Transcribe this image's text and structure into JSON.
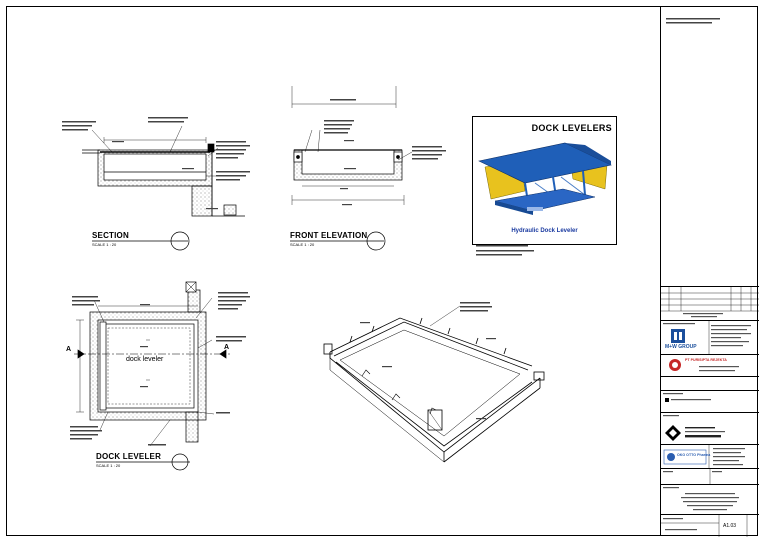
{
  "drawing": {
    "photo": {
      "title": "DOCK LEVELERS",
      "caption": "Hydraulic Dock Leveler"
    },
    "views": {
      "section": {
        "title": "SECTION",
        "scale": "SCALE 1 : 20"
      },
      "front_elevation": {
        "title": "FRONT ELEVATION",
        "scale": "SCALE 1 : 20"
      },
      "dock_leveler_plan": {
        "title": "DOCK LEVELER",
        "scale": "SCALE 1 : 20",
        "center_label": "dock leveler"
      }
    },
    "section_marks": {
      "left": "A",
      "right": "A"
    }
  },
  "title_block": {
    "owner_logo_text": "M+W GROUP",
    "contractor_logo_text": "PT PURISIPTA REJEKTA",
    "client_logo_text": "OKO OTTO Pharma",
    "sheet_no": "A1.03",
    "colors": {
      "mw_blue": "#1b4f9c",
      "contractor_red": "#c62828",
      "client_blue": "#2a5db0"
    }
  },
  "colors": {
    "leveler_blue": "#1f5fb8",
    "leveler_yellow": "#e8c21e"
  }
}
